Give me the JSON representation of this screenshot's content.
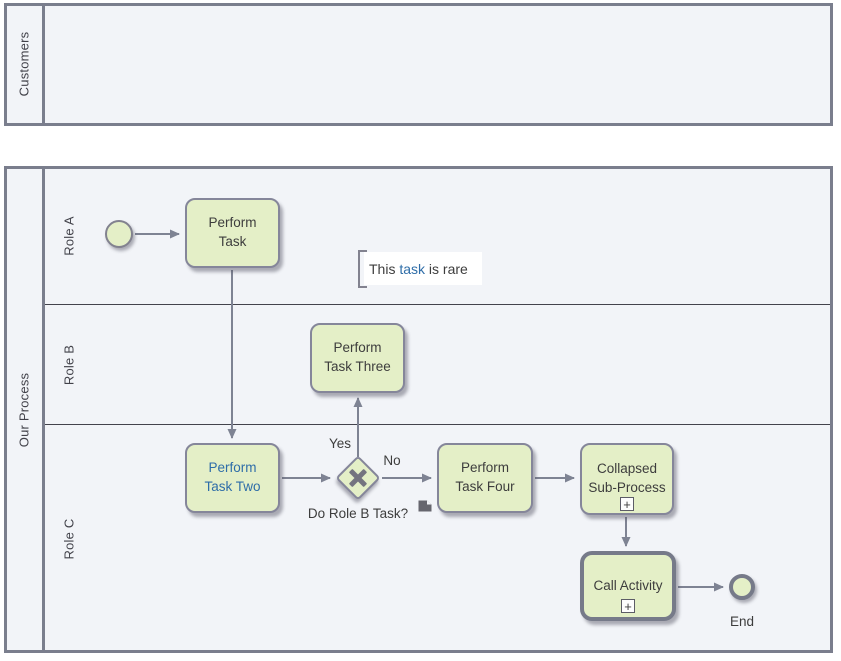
{
  "pools": [
    {
      "label": "Customers",
      "lanes": []
    },
    {
      "label": "Our Process",
      "lanes": [
        {
          "label": "Role A"
        },
        {
          "label": "Role B"
        },
        {
          "label": "Role C"
        }
      ]
    }
  ],
  "nodes": {
    "perform_task": {
      "label": "Perform Task"
    },
    "perform_task_two": {
      "label": "Perform Task Two"
    },
    "perform_task_three": {
      "label": "Perform Task Three"
    },
    "perform_task_four": {
      "label": "Perform Task Four"
    },
    "collapsed_sub_process": {
      "label": "Collapsed Sub-Process"
    },
    "call_activity": {
      "label": "Call Activity"
    },
    "end_event": {
      "label": "End"
    },
    "gateway": {
      "question": "Do Role B Task?",
      "yes_label": "Yes",
      "no_label": "No"
    },
    "annotation": {
      "prefix": "This ",
      "link_text": "task",
      "suffix": " is rare"
    }
  },
  "colors": {
    "node_fill": "#e4efc7",
    "node_border": "#85869a",
    "pool_border": "#7a7e8d",
    "pool_fill": "#f2f4f8",
    "flow": "#7e8393",
    "link_blue": "#2e6da8",
    "lane_divider": "#43434c"
  }
}
